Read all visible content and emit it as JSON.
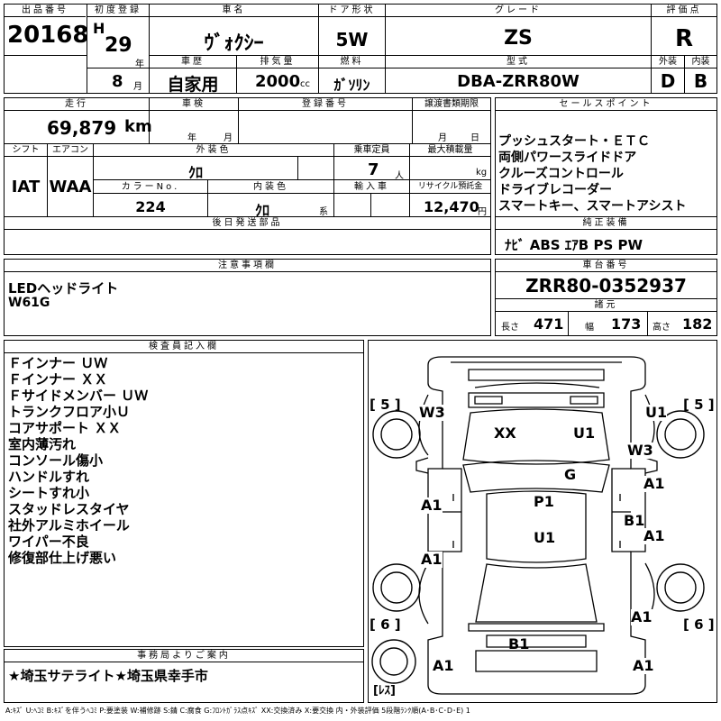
{
  "header_row": {
    "lot_no_label": "出品番号",
    "lot_no": "20168",
    "first_reg_label": "初度登録",
    "era": "H",
    "year": "29",
    "year_unit": "年",
    "month": "8",
    "month_unit": "月",
    "car_name_label": "車名",
    "car_name": "ｳﾞｫｸｼｰ",
    "door_label": "ドア形状",
    "door": "5W",
    "grade_label": "グレード",
    "grade": "ZS",
    "score_label": "評価点",
    "score": "R",
    "history_label": "車歴",
    "history": "自家用",
    "displacement_label": "排気量",
    "displacement": "2000",
    "displacement_unit": "cc",
    "fuel_label": "燃料",
    "fuel": "ｶﾞｿﾘﾝ",
    "model_label": "型式",
    "model": "DBA-ZRR80W",
    "exterior_label": "外装",
    "exterior": "D",
    "interior_label": "内装",
    "interior": "B"
  },
  "row2": {
    "mileage_label": "走行",
    "mileage": "69,879",
    "mileage_unit": "km",
    "inspection_label": "車検",
    "inspection_year_unit": "年",
    "inspection_month_unit": "月",
    "reg_no_label": "登録番号",
    "transfer_label": "譲渡書類期限",
    "transfer_month_unit": "月",
    "transfer_day_unit": "日",
    "shift_label": "シフト",
    "shift": "IAT",
    "aircon_label": "エアコン",
    "aircon": "WAA",
    "ext_color_label": "外装色",
    "ext_color": "ｸﾛ",
    "capacity_label": "乗車定員",
    "capacity": "7",
    "capacity_unit": "人",
    "max_load_label": "最大積載量",
    "max_load_unit": "kg",
    "color_no_label": "カラーNo.",
    "color_no": "224",
    "int_color_label": "内装色",
    "int_color": "ｸﾛ",
    "int_color_unit": "系",
    "import_label": "輸入車",
    "recycle_label": "リサイクル預託金",
    "recycle": "12,470",
    "recycle_unit": "円",
    "later_parts_label": "後日発送部品"
  },
  "sales_points": {
    "label": "セールスポイント",
    "items": [
      "プッシュスタート・ＥＴＣ",
      "両側パワースライドドア",
      "クルーズコントロール",
      "ドライブレコーダー",
      "スマートキー、スマートアシスト"
    ]
  },
  "equipment": {
    "label": "純正装備",
    "value": "ﾅﾋﾞ ABS ｴｱB PS PW"
  },
  "caution": {
    "label": "注意事項欄",
    "lines": [
      "LEDヘッドライト",
      "W61G"
    ]
  },
  "chassis": {
    "label": "車台番号",
    "value": "ZRR80-0352937",
    "dims_label": "諸元",
    "length_label": "長さ",
    "length": "471",
    "width_label": "幅",
    "width": "173",
    "height_label": "高さ",
    "height": "182"
  },
  "inspector": {
    "label": "検査員記入欄",
    "lines": [
      "Ｆインナー ＵＷ",
      "Ｆインナー ＸＸ",
      "Ｆサイドメンバー ＵＷ",
      "トランクフロア小Ｕ",
      "コアサポート ＸＸ",
      "室内薄汚れ",
      "コンソール傷小",
      "ハンドルすれ",
      "シートすれ小",
      "スタッドレスタイヤ",
      "社外アルミホイール",
      "ワイパー不良",
      "修復部仕上げ悪い"
    ]
  },
  "office": {
    "label": "事務局よりご案内",
    "value": "★埼玉サテライト★埼玉県幸手市"
  },
  "diagram": {
    "tire_front_left": "[ 5 ]",
    "tire_front_right": "[ 5 ]",
    "tire_rear_left": "[ 6 ]",
    "tire_rear_right": "[ 6 ]",
    "spare": "[ﾚｽ]",
    "marks": {
      "w3_left_front": "W3",
      "xx_hood": "XX",
      "u1_hood": "U1",
      "u1_right_front": "U1",
      "w3_right_front": "W3",
      "g_windshield": "G",
      "a1_right_fdoor": "A1",
      "a1_left_fdoor": "A1",
      "p1_roof": "P1",
      "b1_right_pillar": "B1",
      "a1_right_rdoor": "A1",
      "u1_roof": "U1",
      "a1_left_rdoor": "A1",
      "a1_right_rear": "A1",
      "b1_rear": "B1",
      "a1_left_bumper": "A1",
      "a1_right_bumper": "A1"
    }
  },
  "legend": "A:ｷｽﾞ U:ﾍｺﾐ B:ｷｽﾞを伴うﾍｺﾐ P:要塗装 W:補修跡 S:錆 C:腐食 G:ﾌﾛﾝﾄｶﾞﾗｽ点ｷｽﾞ XX:交換済み X:要交換  内・外装評価 5段階ﾗﾝｸ順(A･B･C･D･E) 1"
}
